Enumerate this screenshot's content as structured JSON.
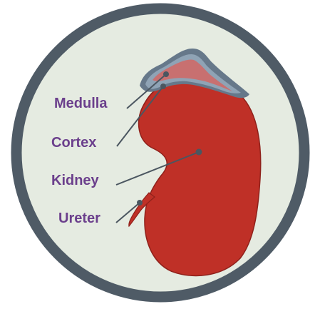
{
  "labels": {
    "medulla": "Medulla",
    "cortex": "Cortex",
    "kidney": "Kidney",
    "ureter": "Ureter"
  },
  "colors": {
    "background": "#ffffff",
    "disc_fill": "#e5ebe1",
    "disc_border": "#4f5b66",
    "kidney": "#bf3027",
    "kidney_outline": "#8f211b",
    "medulla": "#c87070",
    "cortex_inner": "#8fa3b5",
    "cortex_outer": "#66788a",
    "label_text": "#6b3f8c",
    "leader_line": "#4b5660"
  }
}
